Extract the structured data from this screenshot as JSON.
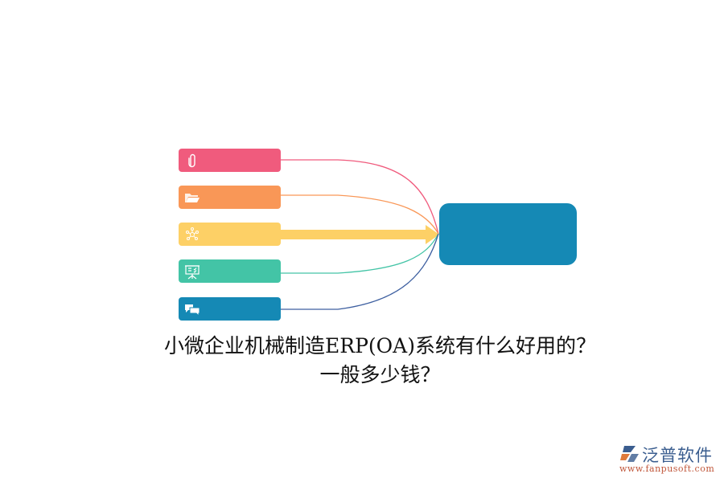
{
  "diagram": {
    "title_line1": "小微企业机械制造ERP(OA)系统有什么好用的？",
    "title_line2": "一般多少钱？",
    "center_node": {
      "label": "",
      "color": "#1589b5"
    },
    "branches": [
      {
        "icon": "paperclip-icon",
        "color": "#f05b7d",
        "line_color": "#f05b7d",
        "label": ""
      },
      {
        "icon": "folder-icon",
        "color": "#f99757",
        "line_color": "#f99757",
        "label": ""
      },
      {
        "icon": "network-icon",
        "color": "#fdd066",
        "line_color": "#fdd066",
        "label": "",
        "highlighted": true
      },
      {
        "icon": "presentation-board-icon",
        "color": "#43c4a6",
        "line_color": "#43c4a6",
        "label": ""
      },
      {
        "icon": "chat-bubbles-icon",
        "color": "#1589b5",
        "line_color": "#3d5fa0",
        "label": ""
      }
    ]
  },
  "watermark": {
    "brand": "泛普软件",
    "url": "www.fanpusoft.com"
  }
}
